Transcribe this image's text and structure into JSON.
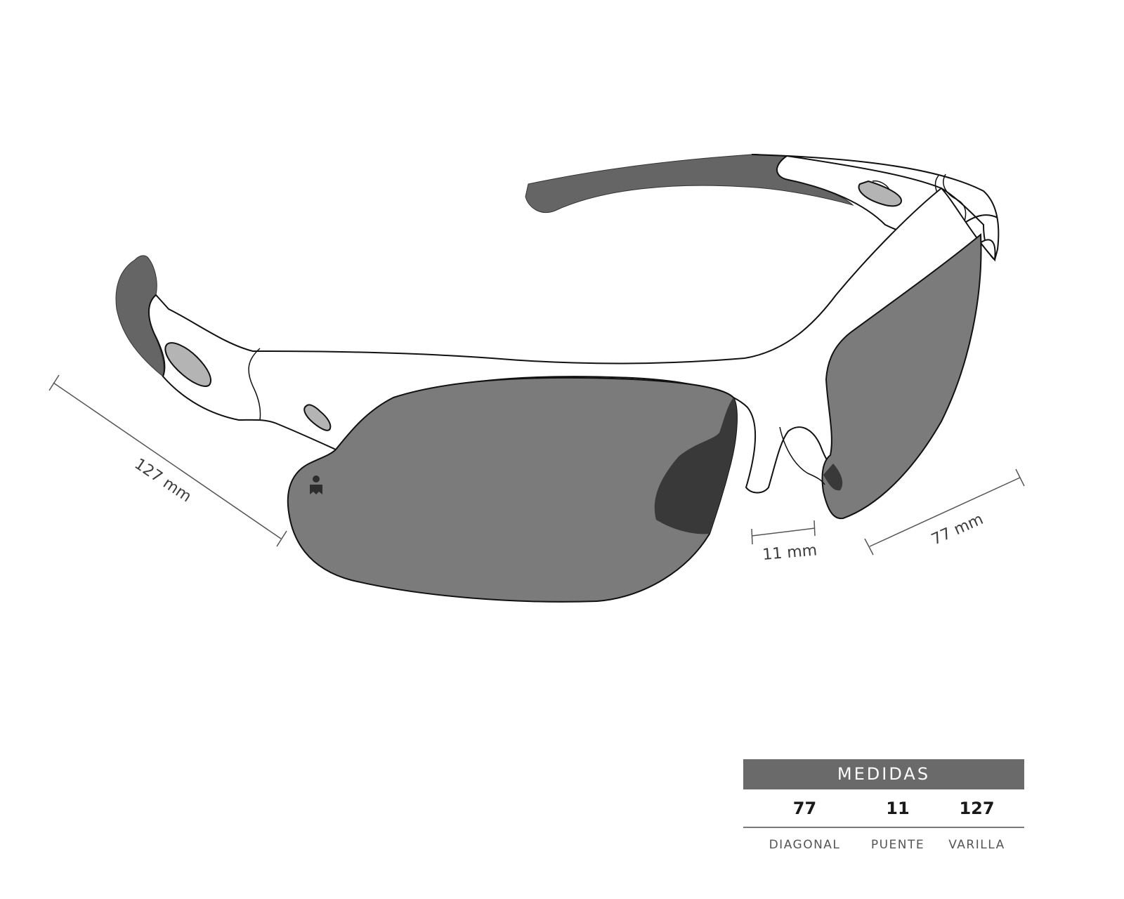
{
  "diagram": {
    "subject": "sport sunglasses with smoke grey lenses and white frame",
    "colors": {
      "frame_fill": "#ffffff",
      "frame_outline": "#111111",
      "temple_tip": "#666566",
      "lens": "#7c7b7c",
      "lens_shadow": "#3a393a",
      "vent": "#b5b4b5",
      "dimension_line": "#555555"
    },
    "dimensions": {
      "temple": {
        "label": "127 mm",
        "value": 127,
        "unit": "mm"
      },
      "bridge": {
        "label": "11 mm",
        "value": 11,
        "unit": "mm"
      },
      "diagonal": {
        "label": "77 mm",
        "value": 77,
        "unit": "mm"
      }
    },
    "logo_icon": "ironman-logo-icon"
  },
  "table": {
    "title": "MEDIDAS",
    "columns": [
      {
        "value": "77",
        "label": "DIAGONAL"
      },
      {
        "value": "11",
        "label": "PUENTE"
      },
      {
        "value": "127",
        "label": "VARILLA"
      }
    ]
  }
}
